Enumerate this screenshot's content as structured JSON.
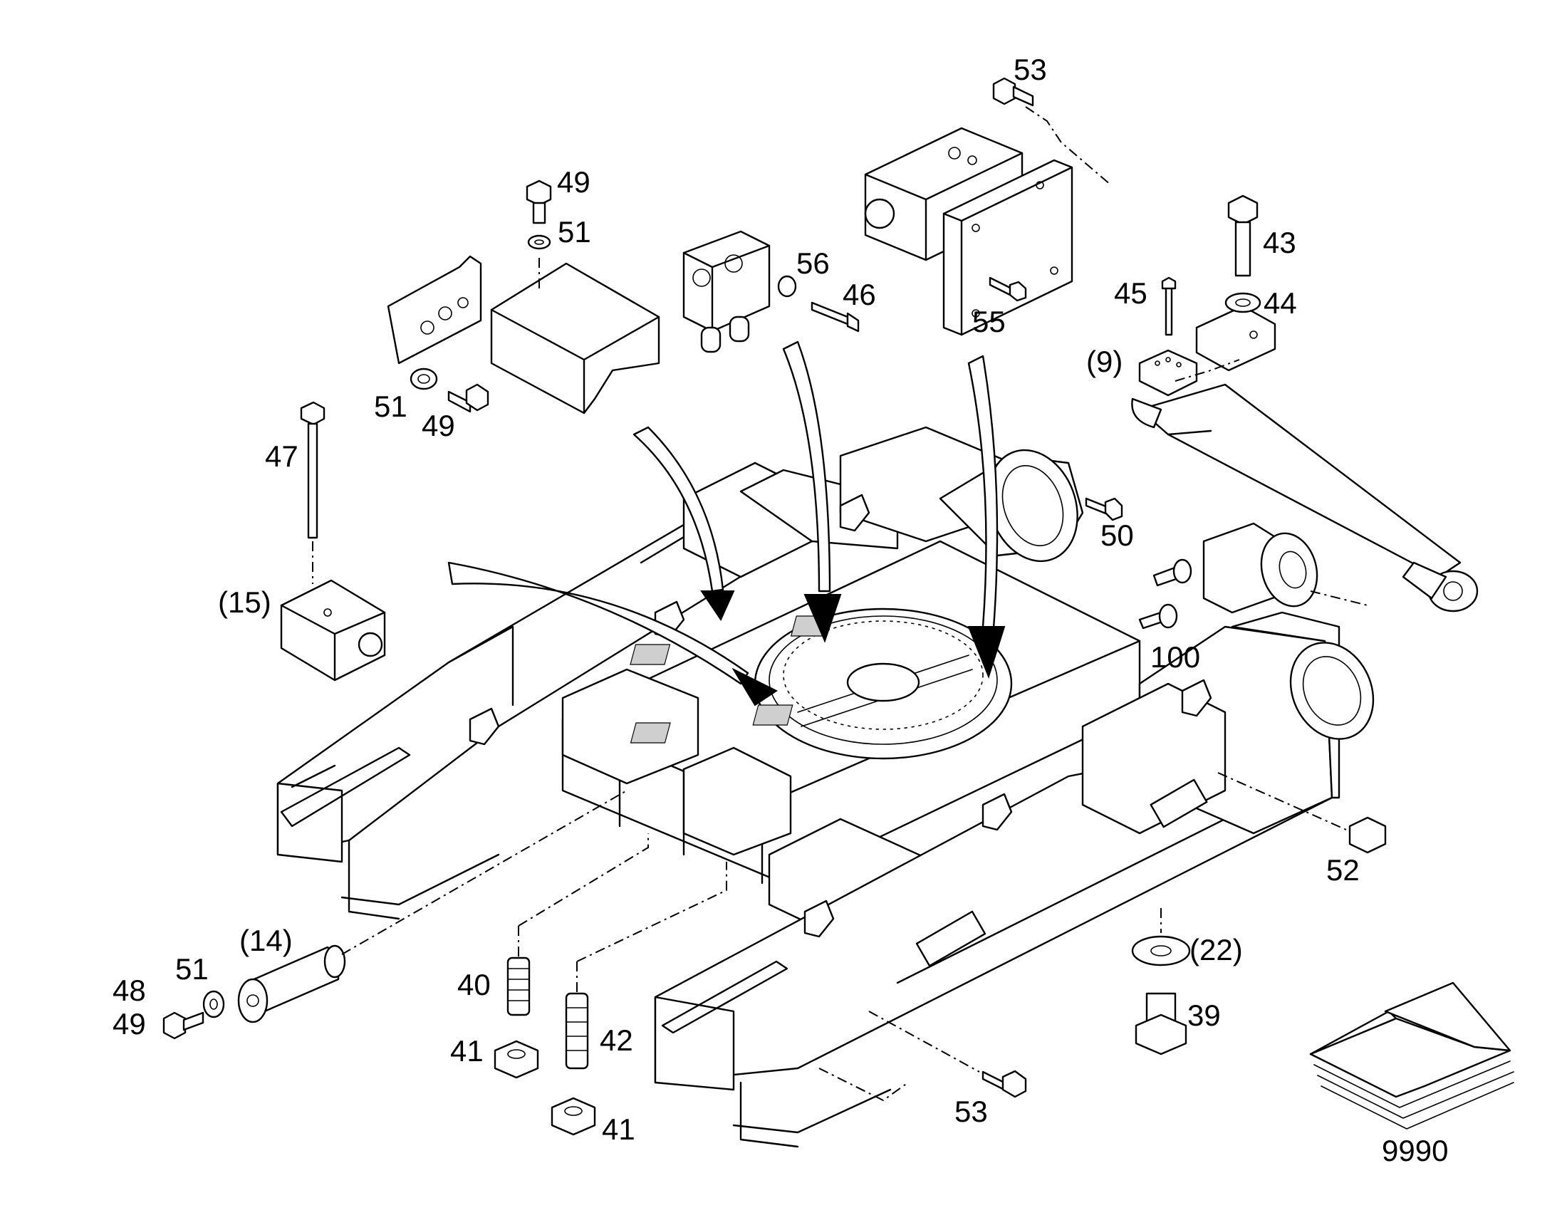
{
  "diagram": {
    "callouts": {
      "c53_top": "53",
      "c49_top": "49",
      "c51_top": "51",
      "c56": "56",
      "c46": "46",
      "c43": "43",
      "c45": "45",
      "c44": "44",
      "c9": "(9)",
      "c55": "55",
      "c51_left": "51",
      "c49_left": "49",
      "c47": "47",
      "c50": "50",
      "c15": "(15)",
      "c100": "100",
      "c52": "52",
      "c22": "(22)",
      "c14": "(14)",
      "c51_bottom": "51",
      "c48": "48",
      "c49_bottom": "49",
      "c40": "40",
      "c42": "42",
      "c41_a": "41",
      "c41_b": "41",
      "c39": "39",
      "c53_bottom": "53"
    },
    "page_code": "9990"
  }
}
